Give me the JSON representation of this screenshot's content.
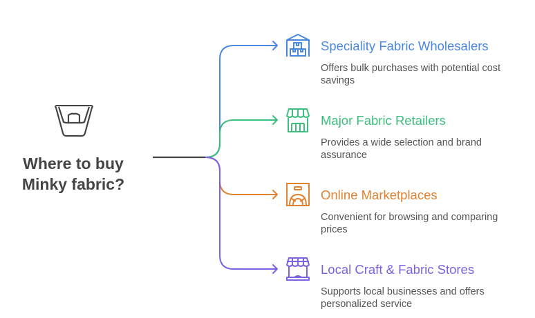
{
  "root": {
    "title_line1": "Where to buy",
    "title_line2": "Minky fabric?",
    "icon": "fabric-basket-icon"
  },
  "colors": {
    "root": "#444444",
    "trunk": "#444444"
  },
  "branches": [
    {
      "title": "Speciality Fabric Wholesalers",
      "description": "Offers bulk purchases with potential cost savings",
      "icon": "warehouse-boxes-icon",
      "color": "#4A87E0"
    },
    {
      "title": "Major Fabric Retailers",
      "description": "Provides a wide selection and brand assurance",
      "icon": "storefront-icon",
      "color": "#3DBE7E"
    },
    {
      "title": "Online Marketplaces",
      "description": "Convenient for browsing and comparing prices",
      "icon": "online-shop-icon",
      "color": "#E0822E"
    },
    {
      "title": "Local Craft & Fabric Stores",
      "description": "Supports local businesses and offers personalized service",
      "icon": "local-shop-icon",
      "color": "#7C62E2"
    }
  ]
}
